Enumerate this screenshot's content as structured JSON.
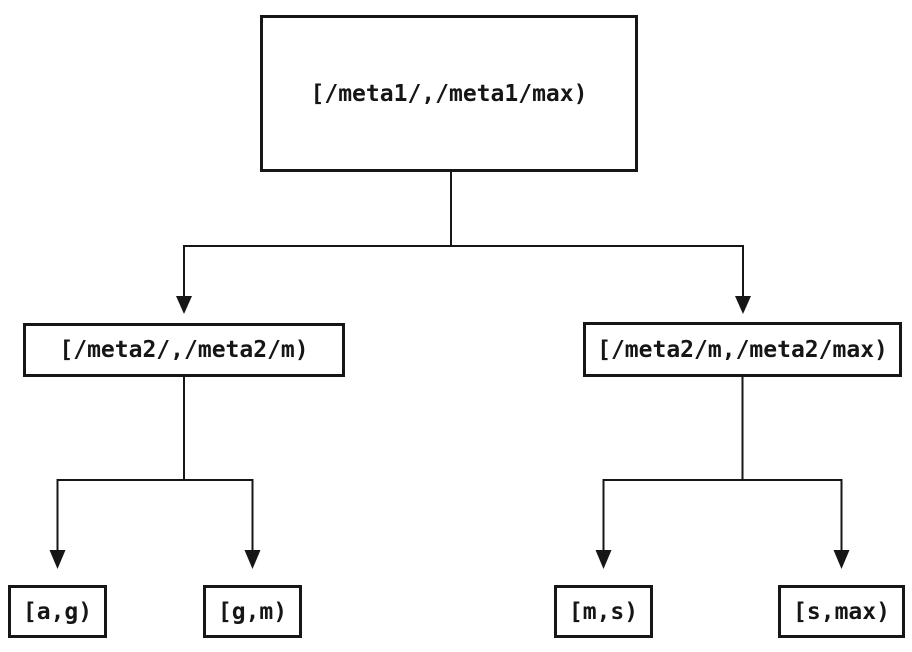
{
  "diagram": {
    "type": "tree",
    "nodes": {
      "root": {
        "label": "[/meta1/,/meta1/max)"
      },
      "meta2_left": {
        "label": "[/meta2/,/meta2/m)"
      },
      "meta2_right": {
        "label": "[/meta2/m,/meta2/max)"
      },
      "leaf_a_g": {
        "label": "[a,g)"
      },
      "leaf_g_m": {
        "label": "[g,m)"
      },
      "leaf_m_s": {
        "label": "[m,s)"
      },
      "leaf_s_max": {
        "label": "[s,max)"
      }
    },
    "edges": [
      {
        "from": "root",
        "to": "meta2_left"
      },
      {
        "from": "root",
        "to": "meta2_right"
      },
      {
        "from": "meta2_left",
        "to": "leaf_a_g"
      },
      {
        "from": "meta2_left",
        "to": "leaf_g_m"
      },
      {
        "from": "meta2_right",
        "to": "leaf_m_s"
      },
      {
        "from": "meta2_right",
        "to": "leaf_s_max"
      }
    ],
    "colors": {
      "line": "#161616",
      "background": "#ffffff",
      "text": "#161616"
    }
  }
}
